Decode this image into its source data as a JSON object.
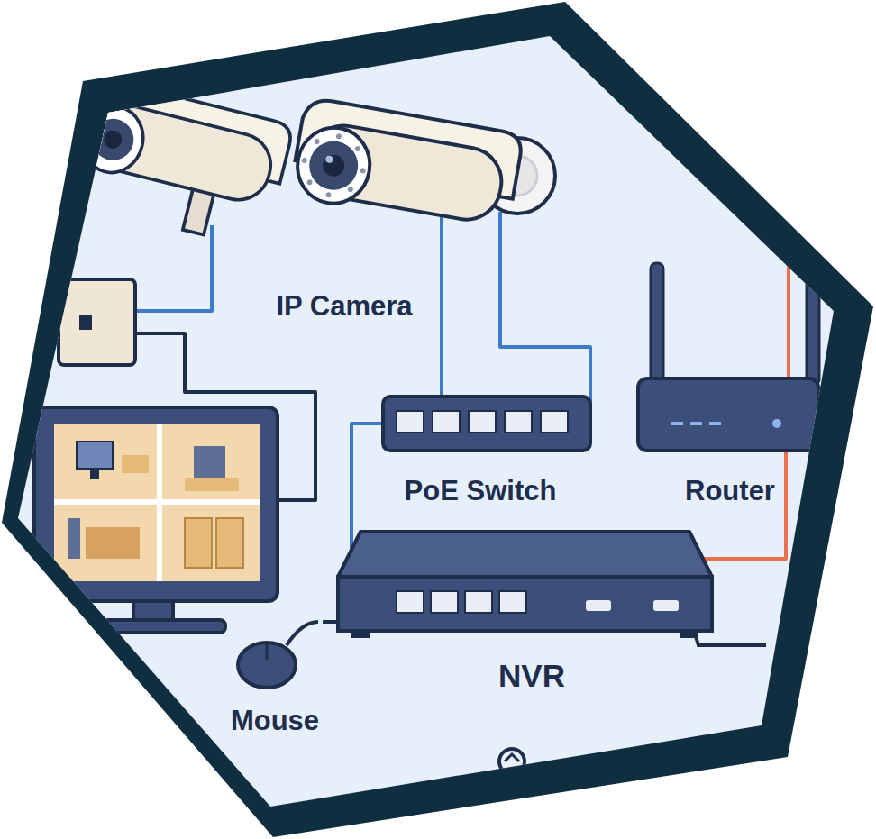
{
  "diagram": {
    "nodes": [
      {
        "text": [
          "IP Camera"
        ]
      },
      {
        "text": [
          "PoE Switch"
        ]
      },
      {
        "text": [
          "Router"
        ]
      },
      {
        "text": [
          "NVR"
        ]
      },
      {
        "text": [
          "Mouse"
        ]
      }
    ],
    "edges": [
      {
        "from": 0,
        "to": 1,
        "arrow": "none"
      },
      {
        "from": 0,
        "to": 1,
        "arrow": "none"
      },
      {
        "from": 1,
        "to": 3,
        "arrow": "none"
      },
      {
        "from": 3,
        "to": 2,
        "arrow": "none"
      },
      {
        "from": 4,
        "to": 3,
        "arrow": "none"
      }
    ]
  }
}
